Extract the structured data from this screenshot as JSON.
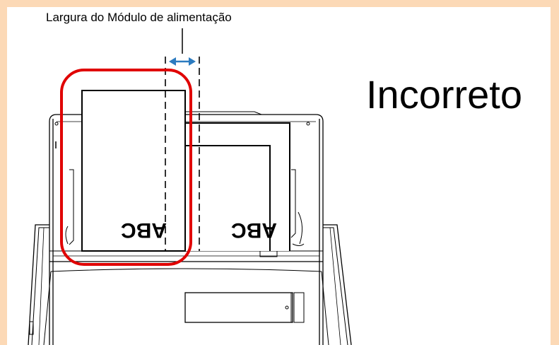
{
  "caption": "Largura do Módulo de alimentação",
  "status_label": "Incorreto",
  "paper_letters": "ABC",
  "colors": {
    "frame": "#fcd9b6",
    "background": "#ffffff",
    "line": "#000000",
    "arrow": "#2c7bc0",
    "highlight": "#e00000"
  }
}
